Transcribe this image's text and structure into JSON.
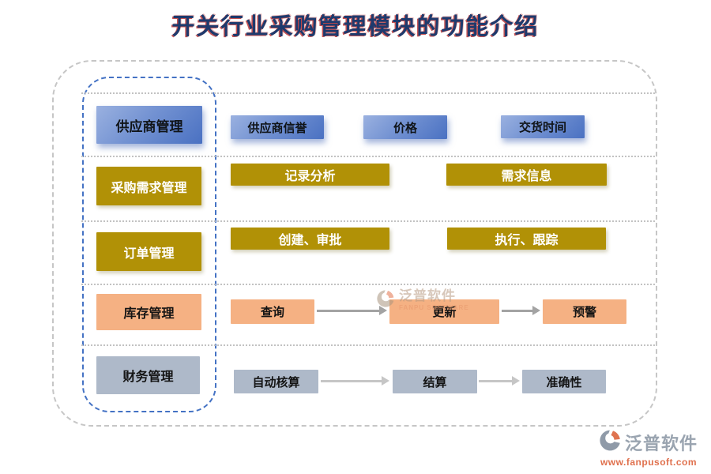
{
  "title": "开关行业采购管理模块的功能介绍",
  "modules": {
    "supplier": {
      "label": "供应商管理"
    },
    "demand": {
      "label": "采购需求管理"
    },
    "order": {
      "label": "订单管理"
    },
    "inventory": {
      "label": "库存管理"
    },
    "finance": {
      "label": "财务管理"
    }
  },
  "features": {
    "supplier": [
      "供应商信誉",
      "价格",
      "交货时间"
    ],
    "demand": [
      "记录分析",
      "需求信息"
    ],
    "order": [
      "创建、审批",
      "执行、跟踪"
    ],
    "inventory": [
      "查询",
      "更新",
      "预警"
    ],
    "finance": [
      "自动核算",
      "结算",
      "准确性"
    ]
  },
  "watermark": {
    "brand": "泛普软件",
    "brand_sub": "FANPU SOFTWARE"
  },
  "footer": {
    "brand": "泛普软件",
    "website": "www.fanpusoft.com"
  },
  "colors": {
    "title_text": "#1e3a6d",
    "title_stroke": "#ba2a2a",
    "blue": "#4a71c2",
    "gold": "#b19106",
    "orange": "#f5b183",
    "gray_blue": "#aeb9c9",
    "frame_gray": "#c6c6c6",
    "frame_blue": "#4472c4",
    "url_orange": "#e0714e"
  }
}
